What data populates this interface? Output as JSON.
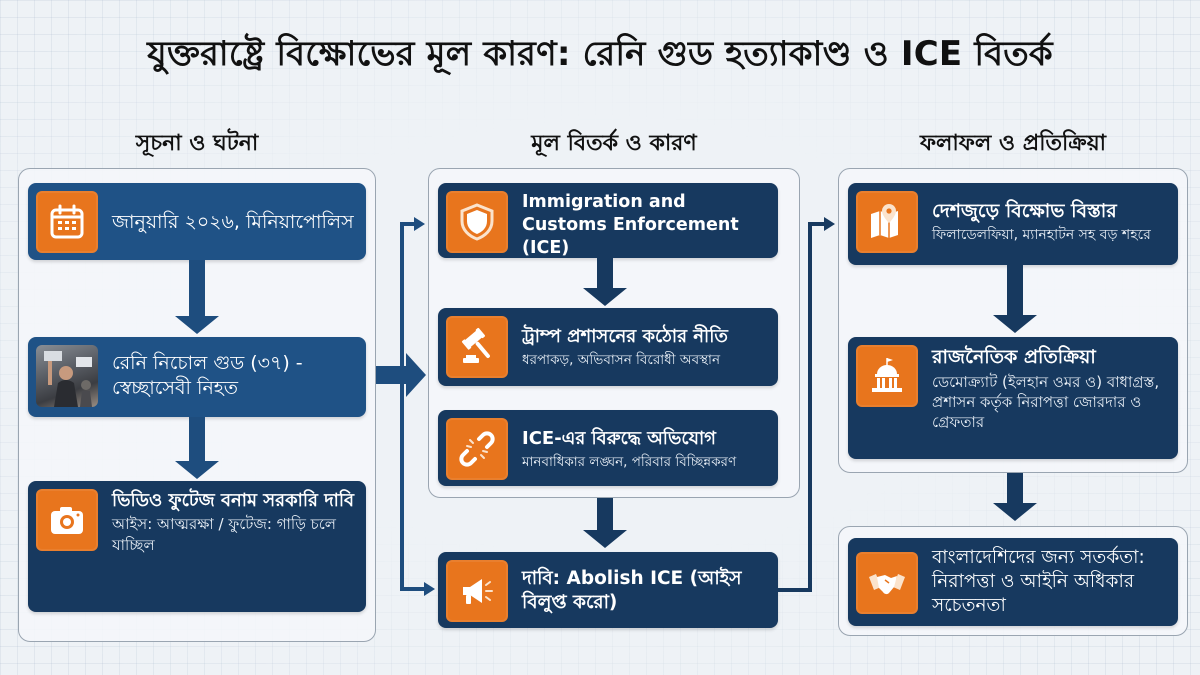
{
  "title": "যুক্তরাষ্ট্রে বিক্ষোভের মূল কারণ: রেনি গুড হত্যাকাণ্ড ও ICE বিতর্ক",
  "colors": {
    "background": "#eef2f6",
    "card_blue": "#1f5286",
    "card_navy": "#17395f",
    "icon_orange": "#e8751d",
    "arrow": "#1e4d7e"
  },
  "columns": [
    {
      "heading": "সূচনা ও ঘটনা",
      "cards": [
        {
          "icon": "calendar-icon",
          "title": "জানুয়ারি ২০২৬, মিনিয়াপোলিস",
          "subtitle": ""
        },
        {
          "icon": "protest-photo",
          "title": "রেনি নিচোল গুড (৩৭) - স্বেচ্ছাসেবী নিহত",
          "subtitle": ""
        },
        {
          "icon": "camera-icon",
          "title": "ভিডিও ফুটেজ বনাম সরকারি দাবি",
          "subtitle": "আইস: আত্মরক্ষা / ফুটেজ: গাড়ি চলে যাচ্ছিল"
        }
      ]
    },
    {
      "heading": "মূল বিতর্ক ও কারণ",
      "cards": [
        {
          "icon": "shield-icon",
          "title": "Immigration and Customs Enforcement (ICE)",
          "subtitle": ""
        },
        {
          "icon": "gavel-icon",
          "title": "ট্রাম্প প্রশাসনের কঠোর নীতি",
          "subtitle": "ধরপাকড়, অভিবাসন বিরোধী অবস্থান"
        },
        {
          "icon": "broken-chain-icon",
          "title": "ICE-এর বিরুদ্ধে অভিযোগ",
          "subtitle": "মানবাধিকার লঙ্ঘন, পরিবার বিচ্ছিন্নকরণ"
        },
        {
          "icon": "megaphone-icon",
          "title": "দাবি: Abolish ICE (আইস বিলুপ্ত করো)",
          "subtitle": ""
        }
      ]
    },
    {
      "heading": "ফলাফল ও প্রতিক্রিয়া",
      "cards": [
        {
          "icon": "map-pin-icon",
          "title": "দেশজুড়ে বিক্ষোভ বিস্তার",
          "subtitle": "ফিলাডেলফিয়া, ম্যানহাটন সহ বড় শহরে"
        },
        {
          "icon": "capitol-icon",
          "title": "রাজনৈতিক প্রতিক্রিয়া",
          "subtitle": "ডেমোক্র্যাট (ইলহান ওমর ও) বাধাগ্রস্ত, প্রশাসন কর্তৃক নিরাপত্তা জোরদার ও গ্রেফতার"
        },
        {
          "icon": "handshake-icon",
          "title": "বাংলাদেশিদের জন্য সতর্কতা: নিরাপত্তা ও আইনি অধিকার সচেতনতা",
          "subtitle": ""
        }
      ]
    }
  ]
}
